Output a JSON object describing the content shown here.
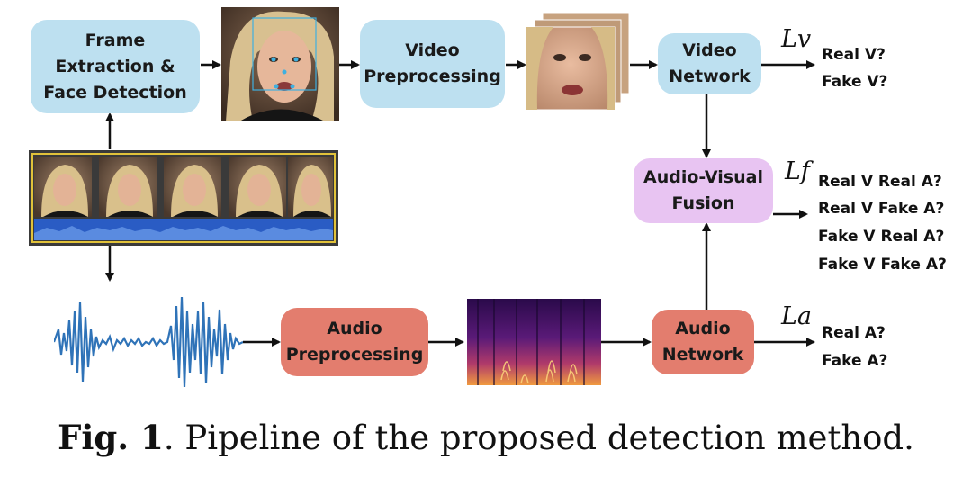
{
  "boxes": {
    "frame_extraction": "Frame\nExtraction &\nFace Detection",
    "video_preprocessing": "Video\nPreprocessing",
    "video_network": "Video\nNetwork",
    "audio_visual_fusion": "Audio-Visual\nFusion",
    "audio_preprocessing": "Audio\nPreprocessing",
    "audio_network": "Audio\nNetwork"
  },
  "losses": {
    "video": "Lv",
    "fusion": "Lf",
    "audio": "La"
  },
  "outputs": {
    "video": [
      "Real V?",
      "Fake V?"
    ],
    "fusion": [
      "Real V Real A?",
      "Real V Fake A?",
      "Fake V Real A?",
      "Fake V Fake A?"
    ],
    "audio": [
      "Real A?",
      "Fake A?"
    ]
  },
  "caption": {
    "label": "Fig. 1",
    "text": ". Pipeline of the proposed detection method."
  },
  "colors": {
    "video_boxes": "#bde0f0",
    "fusion_box": "#e8c4f2",
    "audio_boxes": "#e37d6e",
    "waveform": "#2f73b8"
  },
  "images": [
    "face-detection-frame",
    "preprocessed-face-frames",
    "video-filmstrip",
    "audio-waveform",
    "spectrogram"
  ]
}
